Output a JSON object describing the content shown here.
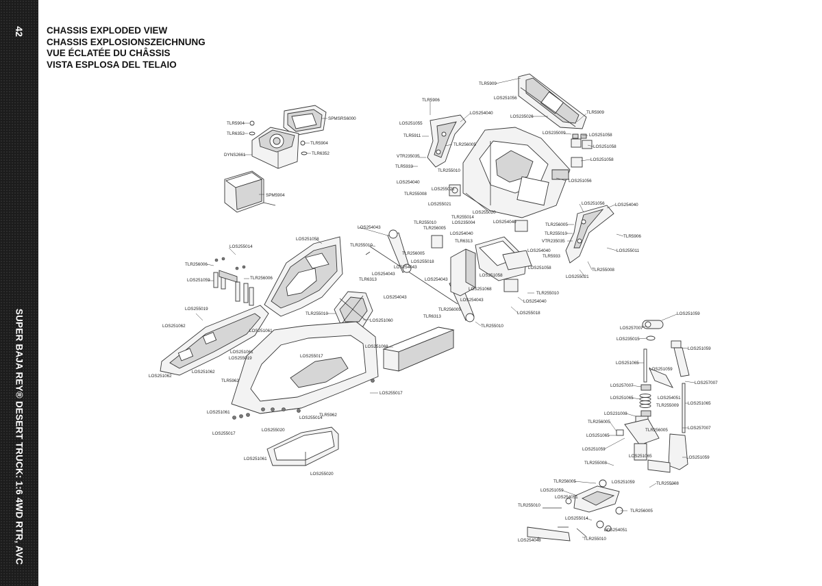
{
  "page": {
    "number": "42",
    "side_title": "SUPER BAJA REY® DESERT TRUCK: 1:6 4WD RTR, AVC",
    "titles": [
      "CHASSIS EXPLODED VIEW",
      "CHASSIS EXPLOSIONSZEICHNUNG",
      "VUE ÉCLATÉE DU CHÂSSIS",
      "VISTA ESPLOSA DEL TELAIO"
    ]
  },
  "parts": {
    "tlr5909_a": "TLR5909",
    "los251056_a": "LOS251056",
    "tlr5906_a": "TLR5906",
    "los254040_a": "LOS254040",
    "los235026": "LOS235026",
    "tlr5909_b": "TLR5909",
    "los251055": "LOS251055",
    "tlr5911": "TLR5911",
    "tlr256005_a": "TLR256005",
    "los235009": "LOS235009",
    "los251058_a": "LOS251058",
    "los251058_b": "LOS251058",
    "los251058_c": "LOS251058",
    "vtr235035_a": "VTR235035",
    "tlr5933_a": "TLR5933",
    "tlr255010_a": "TLR255010",
    "los254040_b": "LOS254040",
    "los255021_a": "LOS255021",
    "tlr255008_a": "TLR255008",
    "los251056_b": "LOS251056",
    "los255021_b": "LOS255021",
    "los255020_a": "LOS255020",
    "tlr255014": "TLR255014",
    "los251056_c": "LOS251056",
    "los254040_c": "LOS254040",
    "los254040_d": "LOS254040",
    "tlr256005_b": "TLR256005",
    "tlr255010_b": "TLR255010",
    "vtr235035_b": "VTR235035",
    "tlr5906_b": "TLR5906",
    "tlr5933_b": "TLR5933",
    "los254040_e": "LOS254040",
    "los255011": "LOS255011",
    "los251058_d": "LOS251058",
    "tlr255008_b": "TLR255008",
    "los255021_c": "LOS255021",
    "tlr5904_a": "TLR5904",
    "tlr6352_a": "TLR6352",
    "spmsrs6000": "SPMSRS6000",
    "dyns2661": "DYNS2661",
    "tlr5904_b": "TLR5904",
    "tlr6352_b": "TLR6352",
    "spm5904": "SPM5904",
    "los251058_e": "LOS251058",
    "los254043_a": "LOS254043",
    "tlr255010_c": "TLR255010",
    "tlr256005_c": "TLR256005",
    "los235004": "LOS235004",
    "los254040_f": "LOS254040",
    "tlr6313_a": "TLR6313",
    "tlr255010_d": "TLR255010",
    "tlr256005_d": "TLR256005",
    "los255018_a": "LOS255018",
    "los254043_b": "LOS254043",
    "los254043_c": "LOS254043",
    "tlr6313_b": "TLR6313",
    "los254043_d": "LOS254043",
    "los254043_e": "LOS254043",
    "los251068_a": "LOS251068",
    "los251058_f": "LOS251058",
    "tlr255010_e": "TLR255010",
    "los254040_g": "LOS254040",
    "los254043_f": "LOS254043",
    "tlr256005_e": "TLR256005",
    "tlr6313_c": "TLR6313",
    "los255018_b": "LOS255018",
    "tlr255010_f": "TLR255010",
    "los255014_a": "LOS255014",
    "tlr256006_a": "TLR256006",
    "los251059_a": "LOS251059",
    "tlr256006_b": "TLR256006",
    "los255019_a": "LOS255019",
    "tlr255010_g": "TLR255010",
    "los251060": "LOS251060",
    "los251062_a": "LOS251062",
    "los251061_a": "LOS251061",
    "los251061_b": "LOS251061",
    "los255019_b": "LOS255019",
    "los255017_a": "LOS255017",
    "los251062_b": "LOS251062",
    "los251062_c": "LOS251062",
    "tlr5962_a": "TLR5962",
    "los251068_b": "LOS251068",
    "los255017_b": "LOS255017",
    "los251061_c": "LOS251061",
    "los255014_b": "LOS255014",
    "tlr5962_b": "TLR5962",
    "los255017_c": "LOS255017",
    "los255020_b": "LOS255020",
    "los251061_d": "LOS251061",
    "los255020_c": "LOS255020",
    "los251059_b": "LOS251059",
    "los257007_a": "LOS257007",
    "los235015": "LOS235015",
    "los251059_c": "LOS251059",
    "los251065_a": "LOS251065",
    "los251059_d": "LOS251059",
    "los257007_b": "LOS257007",
    "los257007_c": "LOS257007",
    "los251065_b": "LOS251065",
    "los254051_a": "LOS254051",
    "los251065_c": "LOS251065",
    "tlr255009": "TLR255009",
    "los231008": "LOS231008",
    "tlr256005_f": "TLR256005",
    "los257007_d": "LOS257007",
    "tlr256005_g": "TLR256005",
    "los251065_d": "LOS251065",
    "los251059_e": "LOS251059",
    "los251065_e": "LOS251065",
    "los251059_f": "LOS251059",
    "tlr255008_c": "TLR255008",
    "tlr256005_h": "TLR256005",
    "los251059_g": "LOS251059",
    "tlr255008_d": "TLR255008",
    "los251059_h": "LOS251059",
    "los254051_b": "LOS254051",
    "tlr255010_h": "TLR255010",
    "tlr256005_i": "TLR256005",
    "los255014_c": "LOS255014",
    "los254051_c": "LOS254051",
    "los254048": "LOS254048",
    "tlr255010_i": "TLR255010"
  }
}
